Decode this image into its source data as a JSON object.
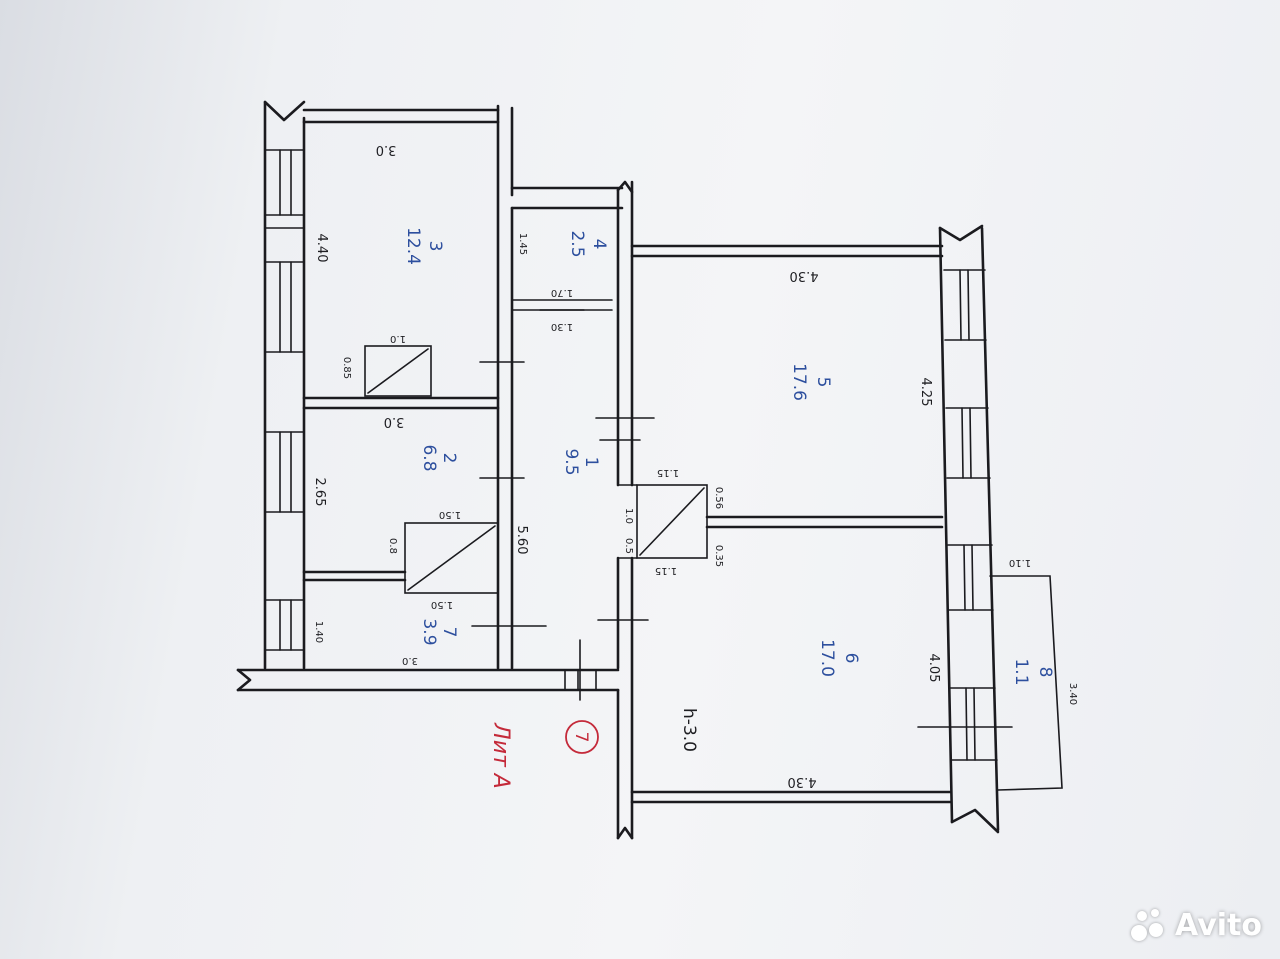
{
  "plan": {
    "sheet_label": "Лит А",
    "ceiling_height": "h-3.0",
    "entrance_marker": "7",
    "rooms": [
      {
        "id": "r3",
        "number": "3",
        "area": "12.4"
      },
      {
        "id": "r4",
        "number": "4",
        "area": "2.5"
      },
      {
        "id": "r1",
        "number": "1",
        "area": "9.5"
      },
      {
        "id": "r2",
        "number": "2",
        "area": "6.8"
      },
      {
        "id": "r7",
        "number": "7",
        "area": "3.9"
      },
      {
        "id": "r5",
        "number": "5",
        "area": "17.6"
      },
      {
        "id": "r6",
        "number": "6",
        "area": "17.0"
      },
      {
        "id": "r8",
        "number": "8",
        "area": "1.1"
      }
    ],
    "dimensions": [
      {
        "id": "d_r3_top",
        "text": "3.0"
      },
      {
        "id": "d_r3_left",
        "text": "4.40"
      },
      {
        "id": "d_r4_left",
        "text": "1.45"
      },
      {
        "id": "d_r4_bottom",
        "text": "1.70"
      },
      {
        "id": "d_r1_top",
        "text": "1.30"
      },
      {
        "id": "d_vent1_w",
        "text": "1.0"
      },
      {
        "id": "d_vent1_h",
        "text": "0.85"
      },
      {
        "id": "d_r2_top",
        "text": "3.0"
      },
      {
        "id": "d_r2_left",
        "text": "2.65"
      },
      {
        "id": "d_vent2_top",
        "text": "1.50"
      },
      {
        "id": "d_vent2_left",
        "text": "0.8"
      },
      {
        "id": "d_vent2_bottom",
        "text": "1.50"
      },
      {
        "id": "d_r1_length",
        "text": "5.60"
      },
      {
        "id": "d_r7_left",
        "text": "1.40"
      },
      {
        "id": "d_r7_bottom",
        "text": "3.0"
      },
      {
        "id": "d_r5_top",
        "text": "4.30"
      },
      {
        "id": "d_r5_right",
        "text": "4.25"
      },
      {
        "id": "d_stove_top",
        "text": "1.15"
      },
      {
        "id": "d_stove_right_top",
        "text": "0.56"
      },
      {
        "id": "d_stove_left_top",
        "text": "1.0"
      },
      {
        "id": "d_stove_left_bottom",
        "text": "0.5"
      },
      {
        "id": "d_stove_bottom",
        "text": "1.15"
      },
      {
        "id": "d_stove_right_bottom",
        "text": "0.35"
      },
      {
        "id": "d_r6_right",
        "text": "4.05"
      },
      {
        "id": "d_r6_bottom",
        "text": "4.30"
      },
      {
        "id": "d_r8_top",
        "text": "1.10"
      },
      {
        "id": "d_r8_right",
        "text": "3.40"
      }
    ]
  },
  "watermark": {
    "text": "Avito"
  }
}
